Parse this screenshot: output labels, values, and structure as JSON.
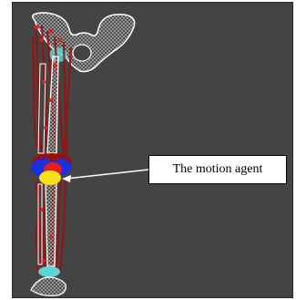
{
  "annotation": {
    "label": "The motion agent"
  },
  "colors": {
    "background": "#444444",
    "bone": "#ffffff",
    "muscle": "#9a1010",
    "marker": "#e02020",
    "cartilage": "#5fd4d4",
    "agent_blue": "#1a2fe0",
    "agent_yellow": "#f5e21a"
  },
  "icons": [
    "pelvis-shape",
    "femur-shape",
    "tibia-shape",
    "foot-shape",
    "motion-agent-marker"
  ]
}
